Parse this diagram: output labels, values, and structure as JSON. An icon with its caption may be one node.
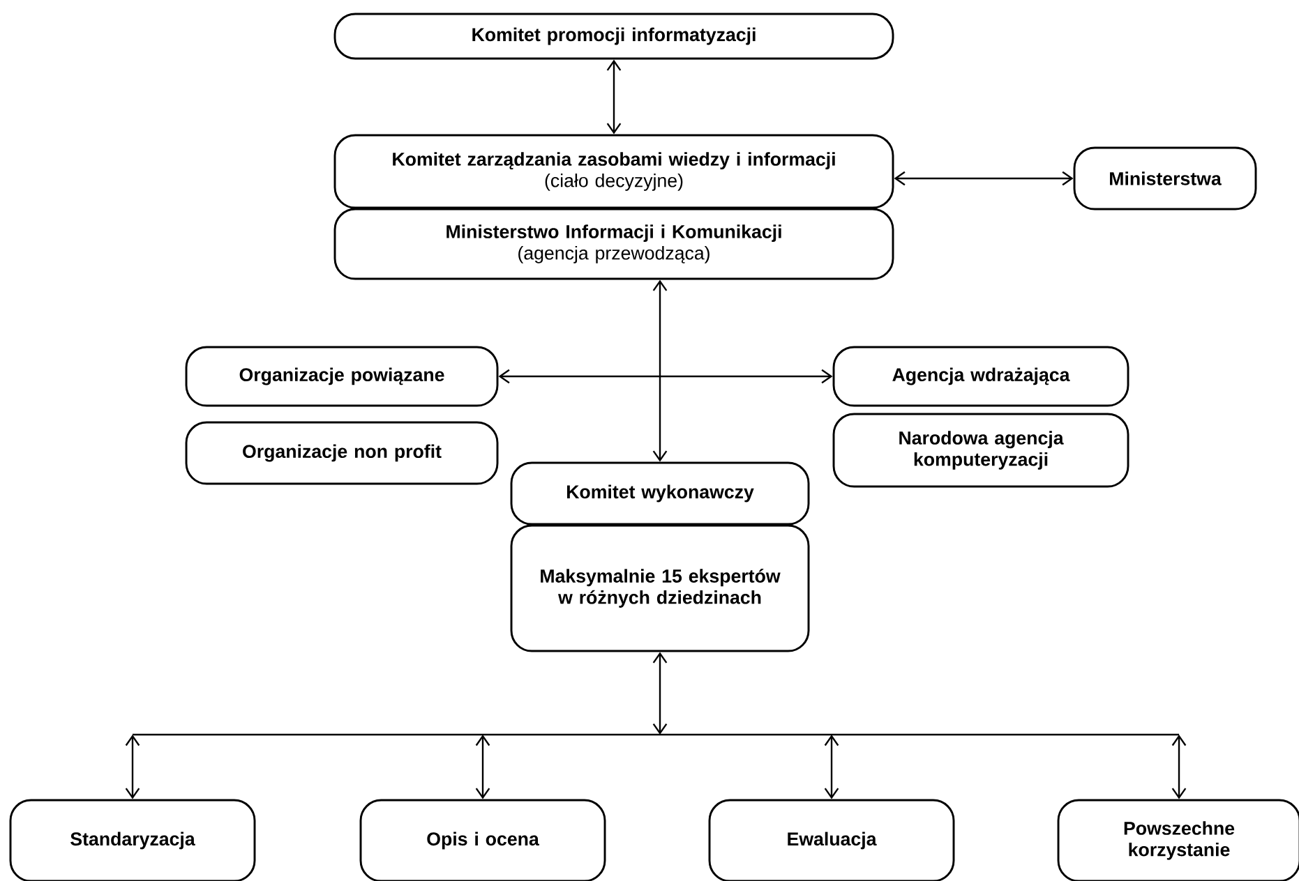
{
  "diagram": {
    "nodes": [
      {
        "text": [
          "Komitet promocji informatyzacji"
        ]
      },
      {
        "text": [
          "Komitet zarządzania zasobami wiedzy i informacji",
          "(ciało decyzyjne)"
        ]
      },
      {
        "text": [
          "Ministerstwa"
        ]
      },
      {
        "text": [
          "Ministerstwo Informacji i Komunikacji",
          "(agencja przewodząca)"
        ]
      },
      {
        "text": [
          "Organizacje powiązane"
        ]
      },
      {
        "text": [
          "Organizacje non profit"
        ]
      },
      {
        "text": [
          "Agencja wdrażająca"
        ]
      },
      {
        "text": [
          "Narodowa agencja komputeryzacji"
        ]
      },
      {
        "text": [
          "Komitet wykonawczy"
        ]
      },
      {
        "text": [
          "Maksymalnie 15 ekspertów w różnych dziedzinach"
        ]
      },
      {
        "text": [
          "Standaryzacja"
        ]
      },
      {
        "text": [
          "Opis i ocena"
        ]
      },
      {
        "text": [
          "Ewaluacja"
        ]
      },
      {
        "text": [
          "Powszechne korzystanie"
        ]
      }
    ],
    "edges": [
      {
        "from": 0,
        "to": 1,
        "arrow": "both"
      },
      {
        "from": 1,
        "to": 2,
        "arrow": "both"
      },
      {
        "from": 3,
        "to": 8,
        "arrow": "both"
      },
      {
        "from": 4,
        "to": 6,
        "arrow": "both"
      },
      {
        "from": 9,
        "to": 10,
        "arrow": "both"
      },
      {
        "from": 9,
        "to": 11,
        "arrow": "both"
      },
      {
        "from": 9,
        "to": 12,
        "arrow": "both"
      },
      {
        "from": 9,
        "to": 13,
        "arrow": "both"
      }
    ]
  }
}
